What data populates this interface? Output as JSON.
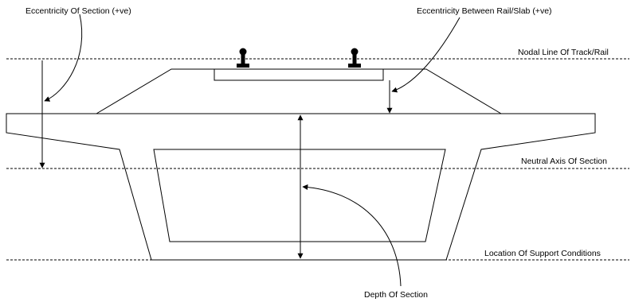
{
  "labels": {
    "eccentricity_of_section": "Eccentricity Of Section (+ve)",
    "eccentricity_between_rail_slab": "Eccentricity Between Rail/Slab (+ve)",
    "nodal_line": "Nodal Line Of Track/Rail",
    "neutral_axis": "Neutral Axis Of Section",
    "support_location": "Location Of Support Conditions",
    "depth_of_section": "Depth Of Section"
  },
  "colors": {
    "line": "#000000",
    "background": "#ffffff"
  }
}
